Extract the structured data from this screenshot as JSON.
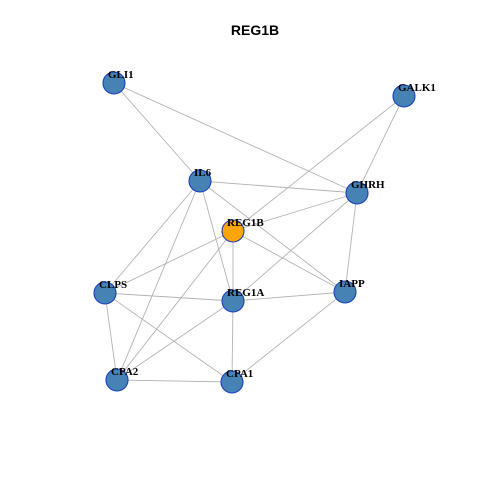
{
  "title": "REG1B",
  "colors": {
    "node_fill": "#4682b4",
    "node_border": "#1a3fbf",
    "highlight_fill": "#ffa500",
    "edge": "#b3b3b3",
    "background": "#ffffff"
  },
  "nodes": [
    {
      "id": "GLI1",
      "label": "GLI1",
      "highlight": false
    },
    {
      "id": "GALK1",
      "label": "GALK1",
      "highlight": false
    },
    {
      "id": "IL6",
      "label": "IL6",
      "highlight": false
    },
    {
      "id": "GHRH",
      "label": "GHRH",
      "highlight": false
    },
    {
      "id": "REG1B",
      "label": "REG1B",
      "highlight": true
    },
    {
      "id": "CLPS",
      "label": "CLPS",
      "highlight": false
    },
    {
      "id": "REG1A",
      "label": "REG1A",
      "highlight": false
    },
    {
      "id": "IAPP",
      "label": "IAPP",
      "highlight": false
    },
    {
      "id": "CPA2",
      "label": "CPA2",
      "highlight": false
    },
    {
      "id": "CPA1",
      "label": "CPA1",
      "highlight": false
    }
  ],
  "edges": [
    [
      "GLI1",
      "IL6"
    ],
    [
      "GLI1",
      "GHRH"
    ],
    [
      "GALK1",
      "REG1B"
    ],
    [
      "GALK1",
      "GHRH"
    ],
    [
      "IL6",
      "GHRH"
    ],
    [
      "IL6",
      "CLPS"
    ],
    [
      "IL6",
      "CPA2"
    ],
    [
      "IL6",
      "REG1A"
    ],
    [
      "IL6",
      "IAPP"
    ],
    [
      "REG1B",
      "GHRH"
    ],
    [
      "REG1B",
      "CLPS"
    ],
    [
      "REG1B",
      "REG1A"
    ],
    [
      "REG1B",
      "IAPP"
    ],
    [
      "REG1B",
      "CPA2"
    ],
    [
      "GHRH",
      "REG1A"
    ],
    [
      "GHRH",
      "IAPP"
    ],
    [
      "CLPS",
      "REG1A"
    ],
    [
      "CLPS",
      "CPA2"
    ],
    [
      "CLPS",
      "CPA1"
    ],
    [
      "REG1A",
      "IAPP"
    ],
    [
      "REG1A",
      "CPA2"
    ],
    [
      "REG1A",
      "CPA1"
    ],
    [
      "IAPP",
      "CPA1"
    ],
    [
      "CPA2",
      "CPA1"
    ]
  ]
}
